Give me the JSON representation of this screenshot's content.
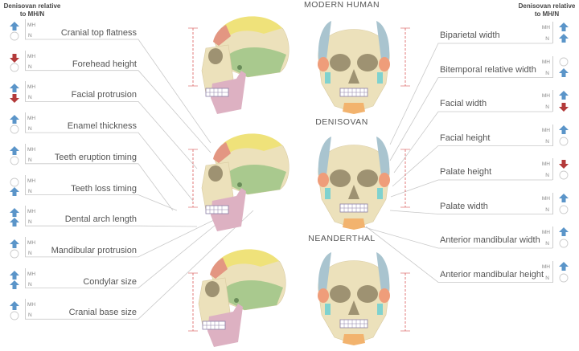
{
  "header_left": {
    "line1": "Denisovan relative",
    "line2": "to MH/N"
  },
  "header_right": {
    "line1": "Denisovan relative",
    "line2": "to MH/N"
  },
  "titles": {
    "modern": "MODERN HUMAN",
    "denisovan": "DENISOVAN",
    "neanderthal": "NEANDERTHAL"
  },
  "mh_label": "MH",
  "n_label": "N",
  "colors": {
    "up": "#5b95c9",
    "down": "#b33a3a",
    "none": "#cccccc"
  },
  "left_traits": [
    {
      "label": "Cranial top flatness",
      "mh": "up",
      "n": "none"
    },
    {
      "label": "Forehead height",
      "mh": "down",
      "n": "none"
    },
    {
      "label": "Facial protrusion",
      "mh": "up",
      "n": "down"
    },
    {
      "label": "Enamel thickness",
      "mh": "up",
      "n": "none"
    },
    {
      "label": "Teeth eruption timing",
      "mh": "up",
      "n": "none"
    },
    {
      "label": "Teeth loss timing",
      "mh": "none",
      "n": "up"
    },
    {
      "label": "Dental arch length",
      "mh": "up",
      "n": "up"
    },
    {
      "label": "Mandibular protrusion",
      "mh": "up",
      "n": "none"
    },
    {
      "label": "Condylar size",
      "mh": "up",
      "n": "up"
    },
    {
      "label": "Cranial base size",
      "mh": "up",
      "n": "none"
    }
  ],
  "right_traits": [
    {
      "label": "Biparietal width",
      "mh": "up",
      "n": "up"
    },
    {
      "label": "Bitemporal relative width",
      "mh": "none",
      "n": "up"
    },
    {
      "label": "Facial width",
      "mh": "up",
      "n": "down"
    },
    {
      "label": "Facial height",
      "mh": "up",
      "n": "none"
    },
    {
      "label": "Palate height",
      "mh": "down",
      "n": "none"
    },
    {
      "label": "Palate width",
      "mh": "up",
      "n": "none"
    },
    {
      "label": "Anterior mandibular width",
      "mh": "up",
      "n": "none"
    },
    {
      "label": "Anterior mandibular height",
      "mh": "up",
      "n": "none"
    }
  ]
}
